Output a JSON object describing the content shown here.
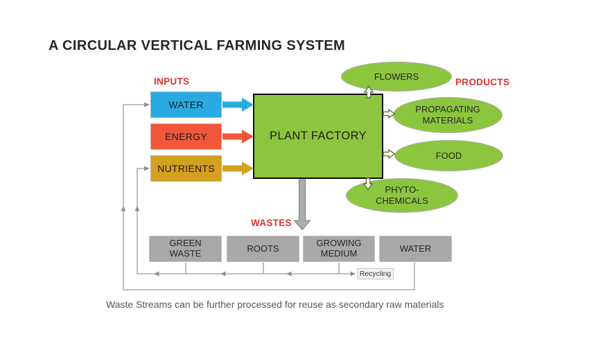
{
  "title": "A CIRCULAR VERTICAL FARMING SYSTEM",
  "inputs": {
    "label": "INPUTS",
    "items": [
      {
        "label": "WATER",
        "color": "#29ABE2"
      },
      {
        "label": "ENERGY",
        "color": "#F2573B"
      },
      {
        "label": "NUTRIENTS",
        "color": "#D4A01F"
      }
    ]
  },
  "factory": {
    "label": "PLANT FACTORY",
    "color": "#8CC63F"
  },
  "products": {
    "label": "PRODUCTS",
    "items": [
      {
        "label": "FLOWERS"
      },
      {
        "label": "PROPAGATING\nMATERIALS"
      },
      {
        "label": "FOOD"
      },
      {
        "label": "PHYTO-\nCHEMICALS"
      }
    ],
    "color": "#8CC63F"
  },
  "wastes": {
    "label": "WASTES",
    "items": [
      {
        "label": "GREEN\nWASTE"
      },
      {
        "label": "ROOTS"
      },
      {
        "label": "GROWING\nMEDIUM"
      },
      {
        "label": "WATER"
      }
    ],
    "color": "#A8A8A8"
  },
  "recycling": {
    "label": "Recycling"
  },
  "caption": "Waste Streams can be further processed for reuse as secondary raw materials",
  "colors": {
    "label_red": "#E0312D",
    "line_gray": "#9C9C9C",
    "factory_border": "#0d0d0d",
    "waste_arrow_gray": "#ACACAC"
  }
}
